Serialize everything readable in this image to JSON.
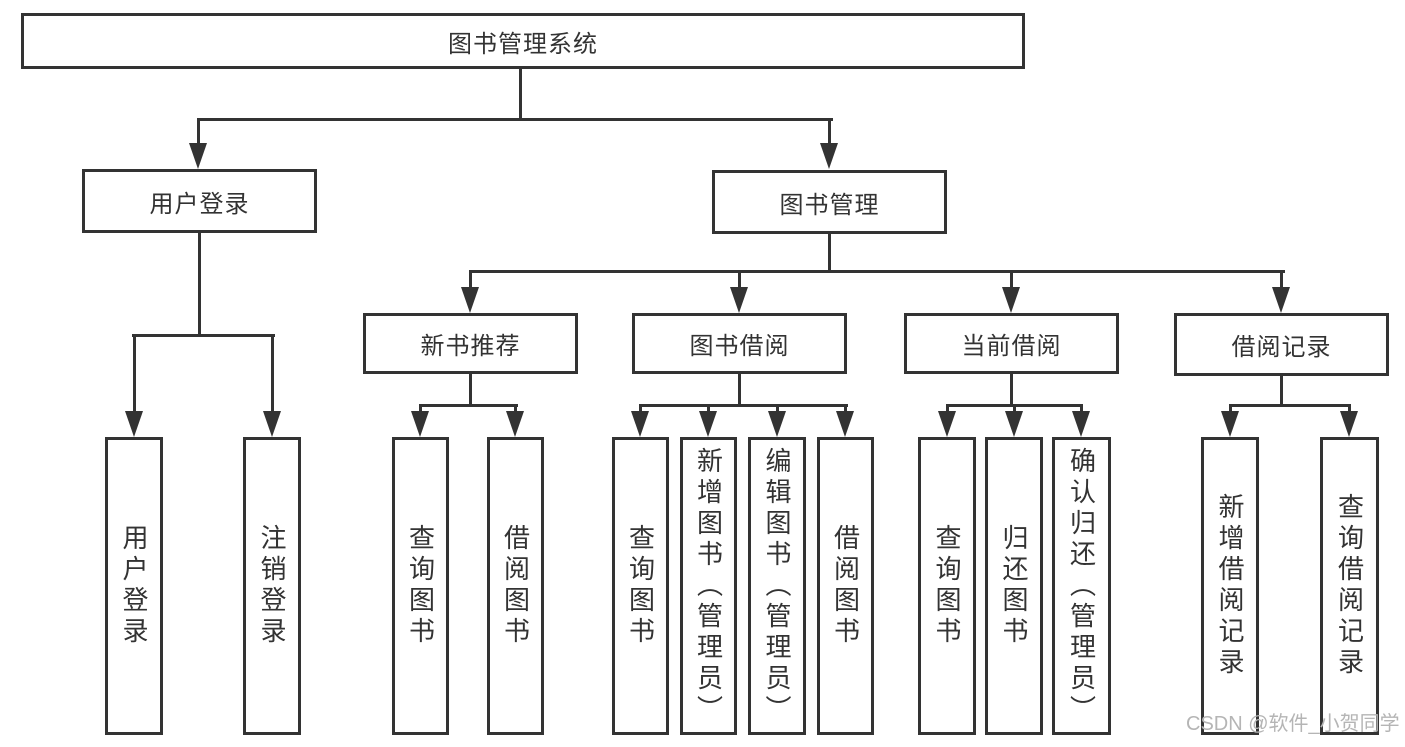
{
  "colors": {
    "line": "#333333",
    "text": "#333333",
    "background": "#ffffff",
    "watermark": "#b5b5b5"
  },
  "watermark": "CSDN @软件_小贺同学",
  "tree": {
    "label": "图书管理系统",
    "children": [
      {
        "label": "用户登录",
        "children": [
          {
            "label": "用户登录"
          },
          {
            "label": "注销登录"
          }
        ]
      },
      {
        "label": "图书管理",
        "children": [
          {
            "label": "新书推荐",
            "children": [
              {
                "label": "查询图书"
              },
              {
                "label": "借阅图书"
              }
            ]
          },
          {
            "label": "图书借阅",
            "children": [
              {
                "label": "查询图书"
              },
              {
                "label": "新增图书（管理员）"
              },
              {
                "label": "编辑图书（管理员）"
              },
              {
                "label": "借阅图书"
              }
            ]
          },
          {
            "label": "当前借阅",
            "children": [
              {
                "label": "查询图书"
              },
              {
                "label": "归还图书"
              },
              {
                "label": "确认归还（管理员）"
              }
            ]
          },
          {
            "label": "借阅记录",
            "children": [
              {
                "label": "新增借阅记录"
              },
              {
                "label": "查询借阅记录"
              }
            ]
          }
        ]
      }
    ]
  }
}
